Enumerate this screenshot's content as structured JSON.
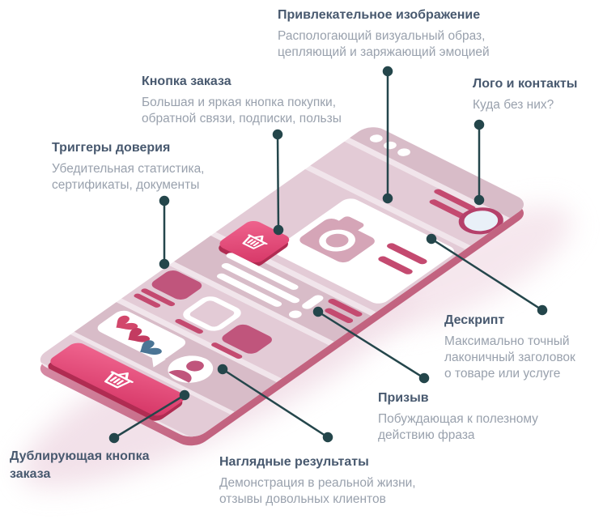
{
  "figure": {
    "kind": "landing-page-anatomy-infographic",
    "mockup_description": "Isometric pink landing page mockup with browser dots, logo, hero image, buy buttons, likes and avatar",
    "icons": [
      "browser-dots",
      "logo-circle",
      "camera-icon",
      "basket-icon",
      "exclamation-icon",
      "hearts-icon",
      "avatar-icon",
      "certificate-outline"
    ],
    "colors": {
      "accent_button": "#e8517e",
      "accent_button_dark": "#b02c52",
      "dark_pink_bar": "#c44a70",
      "block_pink": "#c0557c",
      "camera_pink": "#d5a5b7",
      "page_base": "#f1e5eb",
      "band_dark": "#d8bcc8",
      "band_mid": "#e3cbd6",
      "page_side": "#cc7390",
      "logo_fill": "#e9f0f8",
      "logo_ring": "#b5406a",
      "heart_red": "#d2476b",
      "heart_dark": "#c33b61",
      "heart_blue": "#4b7595",
      "connector": "#24464b",
      "title_text": "#48596f",
      "body_text": "#99a1ad"
    }
  },
  "annotations": [
    {
      "id": "attractive-image",
      "title": "Привлекательное изображение",
      "lines": [
        "Распологающий визуальный образ,",
        "цепляющий и заряжающий эмоцией"
      ]
    },
    {
      "id": "order-button",
      "title": "Кнопка заказа",
      "lines": [
        "Большая и яркая кнопка покупки,",
        "обратной связи, подписки, пользы"
      ]
    },
    {
      "id": "logo-contacts",
      "title": "Лого и контакты",
      "lines": [
        "Куда без них?"
      ]
    },
    {
      "id": "trust-triggers",
      "title": "Триггеры доверия",
      "lines": [
        "Убедительная статистика,",
        "сертификаты, документы"
      ]
    },
    {
      "id": "descript",
      "title": "Дескрипт",
      "lines": [
        "Максимально точный",
        "лаконичный заголовок",
        "о товаре или услуге"
      ]
    },
    {
      "id": "call-to-action",
      "title": "Призыв",
      "lines": [
        "Побуждающая к полезному",
        "действию фраза"
      ]
    },
    {
      "id": "visual-results",
      "title": "Наглядные результаты",
      "lines": [
        "Демонстрация в реальной жизни,",
        "отзывы довольных клиентов"
      ]
    },
    {
      "id": "duplicate-order-button",
      "title": "Дублирующая кнопка заказа",
      "lines": []
    }
  ]
}
